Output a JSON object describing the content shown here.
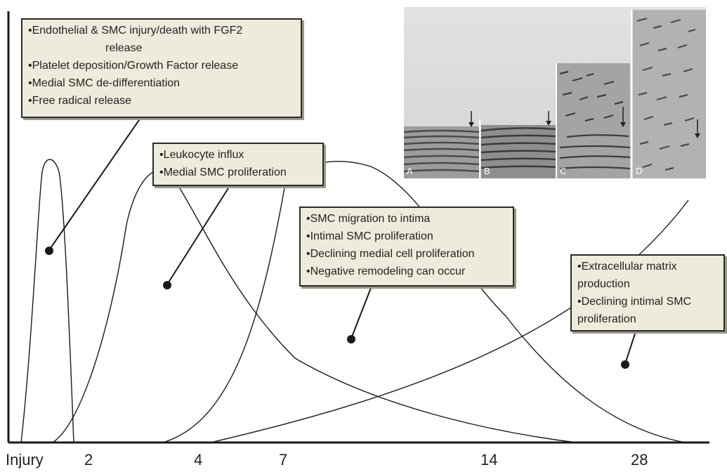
{
  "callouts": {
    "c1": {
      "line1": "•Endothelial & SMC injury/death with FGF2",
      "line2": "release",
      "line3": "•Platelet deposition/Growth Factor release",
      "line4": "•Medial SMC de-differentiation",
      "line5": "•Free radical release"
    },
    "c2": {
      "line1": "•Leukocyte influx",
      "line2": "•Medial SMC proliferation"
    },
    "c3": {
      "line1": "•SMC migration to intima",
      "line2": "•Intimal SMC proliferation",
      "line3": "•Declining medial cell proliferation",
      "line4": "•Negative remodeling can occur"
    },
    "c4": {
      "line1": "•Extracellular matrix production",
      "line2": "•Declining intimal SMC proliferation"
    }
  },
  "x_axis": {
    "ticks": [
      "Injury",
      "2",
      "4",
      "7",
      "14",
      "28"
    ]
  },
  "micrograph": {
    "panels": [
      "A",
      "B",
      "C",
      "D"
    ]
  },
  "colors": {
    "callout_fill": "#eeebdc",
    "line": "#1a1a1a"
  }
}
